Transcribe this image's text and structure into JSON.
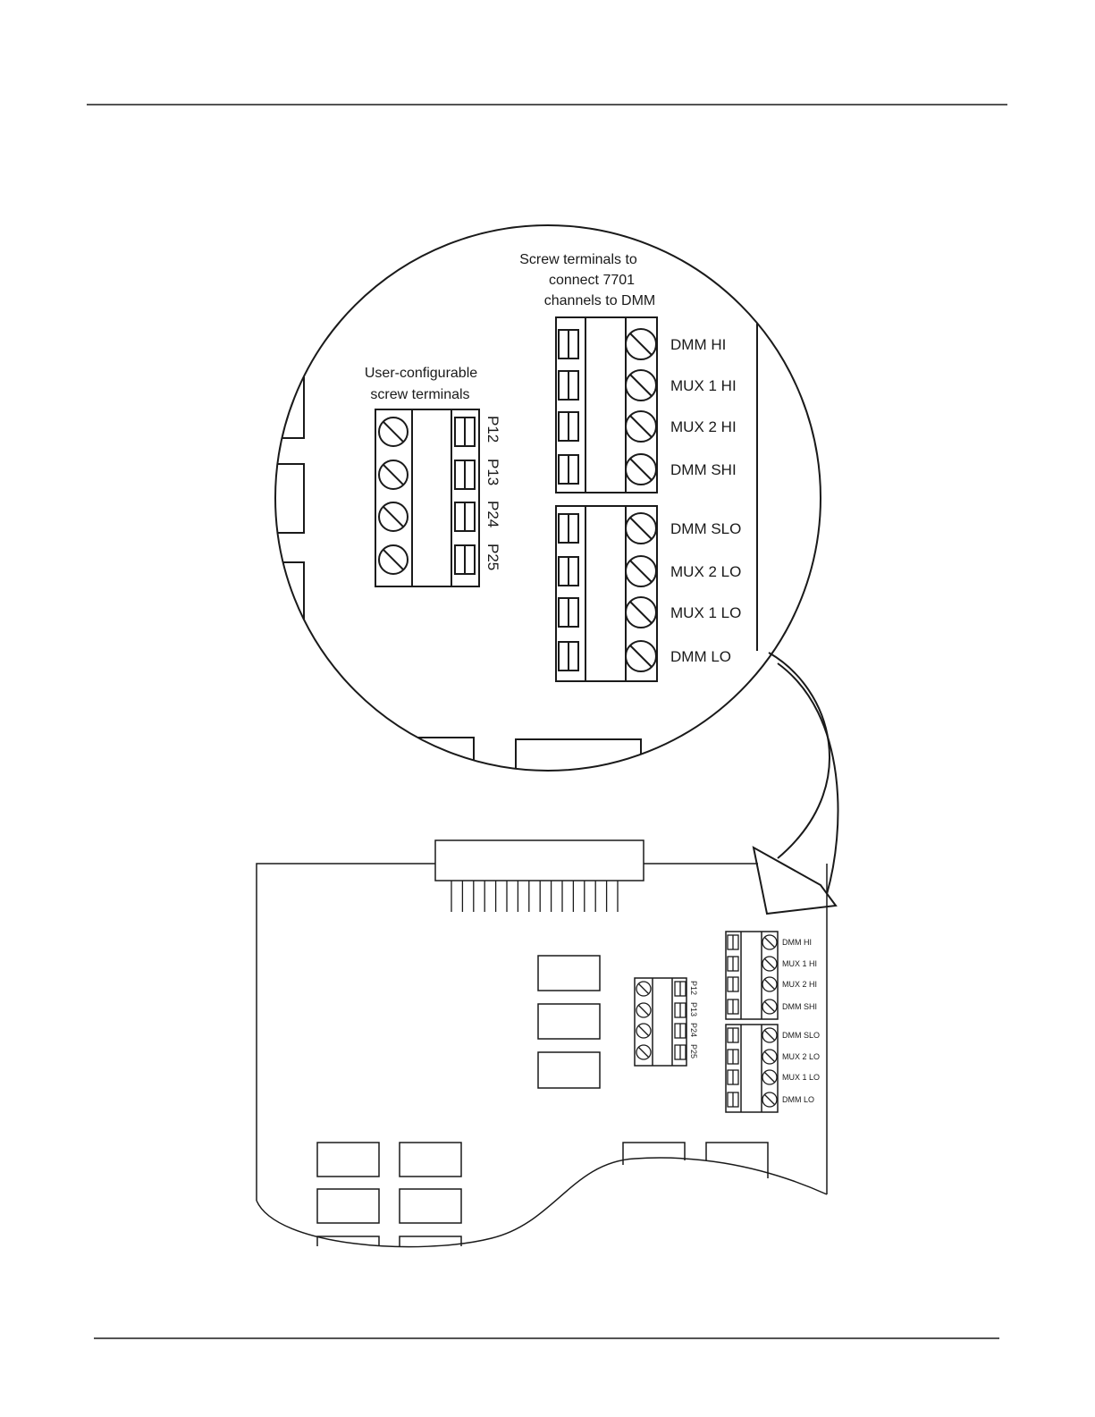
{
  "callouts": {
    "dmm_terminals_line1": "Screw terminals to",
    "dmm_terminals_line2": "connect 7701",
    "dmm_terminals_line3": "channels to DMM",
    "user_terminals_line1": "User-configurable",
    "user_terminals_line2": "screw terminals"
  },
  "user_terminals": [
    "P12",
    "P13",
    "P24",
    "P25"
  ],
  "dmm_terminals_upper": [
    "DMM HI",
    "MUX 1 HI",
    "MUX 2 HI",
    "DMM SHI"
  ],
  "dmm_terminals_lower": [
    "DMM SLO",
    "MUX 2 LO",
    "MUX 1 LO",
    "DMM LO"
  ],
  "colors": {
    "ink": "#1a1a1a",
    "paper": "#ffffff"
  }
}
